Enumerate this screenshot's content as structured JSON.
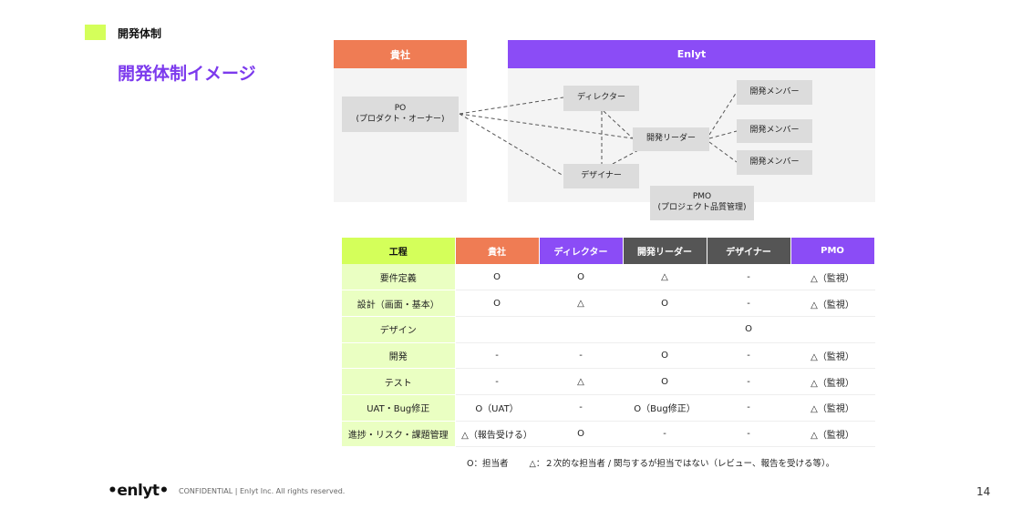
{
  "header": {
    "section_tag": "開発体制",
    "title": "開発体制イメージ",
    "accent_color": "#d4ff5a",
    "title_color": "#7c3aed"
  },
  "org_chart": {
    "client_header": "貴社",
    "enlyt_header": "Enlyt",
    "client_color": "#ef7c54",
    "enlyt_color": "#8b4cf6",
    "po_line1": "PO",
    "po_line2": "(プロダクト・オーナー)",
    "director": "ディレクター",
    "designer": "デザイナー",
    "lead": "開発リーダー",
    "member1": "開発メンバー",
    "member2": "開発メンバー",
    "member3": "開発メンバー",
    "pmo_line1": "PMO",
    "pmo_line2": "(プロジェクト品質管理)"
  },
  "table": {
    "headers": [
      "工程",
      "貴社",
      "ディレクター",
      "開発リーダー",
      "デザイナー",
      "PMO"
    ],
    "rows": [
      [
        "要件定義",
        "O",
        "O",
        "△",
        "-",
        "△（監視）"
      ],
      [
        "設計（画面・基本）",
        "O",
        "△",
        "O",
        "-",
        "△（監視）"
      ],
      [
        "デザイン",
        "",
        "",
        "",
        "O",
        ""
      ],
      [
        "開発",
        "-",
        "-",
        "O",
        "-",
        "△（監視）"
      ],
      [
        "テスト",
        "-",
        "△",
        "O",
        "-",
        "△（監視）"
      ],
      [
        "UAT・Bug修正",
        "O（UAT）",
        "-",
        "O（Bug修正）",
        "-",
        "△（監視）"
      ],
      [
        "進捗・リスク・課題管理",
        "△（報告受ける）",
        "O",
        "-",
        "-",
        "△（監視）"
      ]
    ]
  },
  "legend": {
    "o": "O：担当者",
    "triangle": "△：２次的な担当者 / 関与するが担当ではない（レビュー、報告を受ける等）。"
  },
  "footer": {
    "logo": "•enlyt•",
    "confidential": "CONFIDENTIAL | Enlyt Inc. All rights reserved.",
    "page": "14"
  }
}
